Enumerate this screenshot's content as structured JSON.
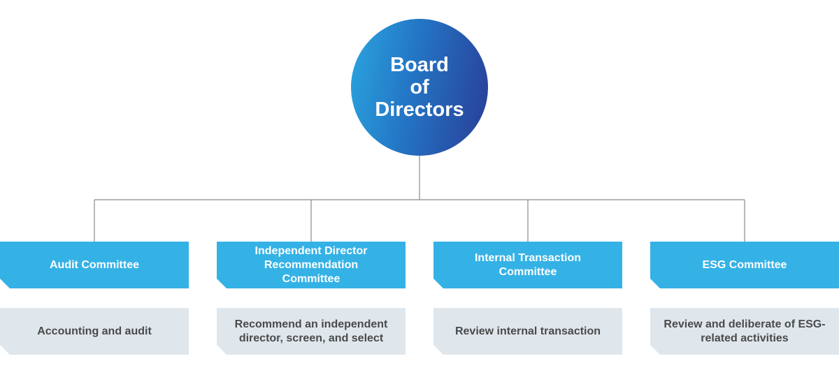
{
  "board": {
    "title": "Board\nof\nDirectors"
  },
  "committees": [
    {
      "name": "Audit Committee",
      "duty": "Accounting and audit"
    },
    {
      "name": "Independent Director Recommendation Committee",
      "duty": "Recommend an independent director, screen, and select"
    },
    {
      "name": "Internal Transaction Committee",
      "duty": "Review internal transaction"
    },
    {
      "name": "ESG Committee",
      "duty": "Review and deliberate of ESG-related activities"
    }
  ],
  "colors": {
    "committee": "#34b2e6",
    "duty": "#dfe7ed",
    "connector": "#8a8a8a",
    "board_gradient_start": "#2aa5df",
    "board_gradient_end": "#293d96"
  }
}
